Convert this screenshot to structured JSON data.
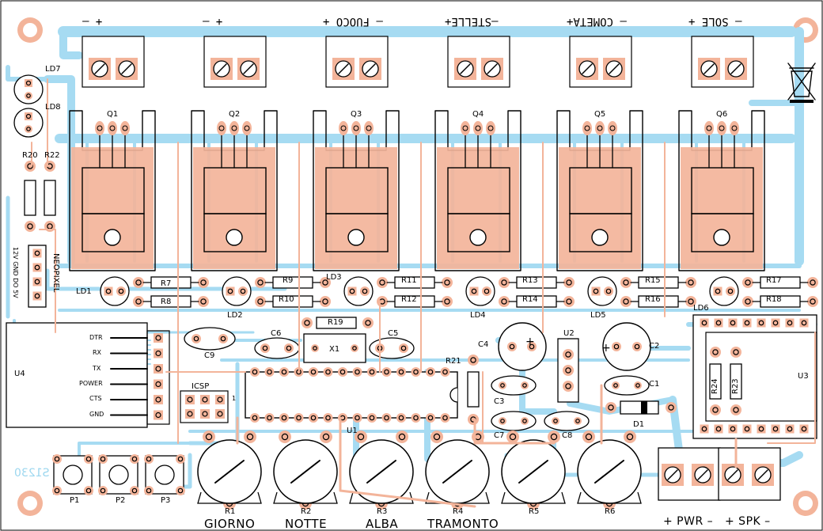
{
  "board": {
    "colors": {
      "trace": "#a6dbf2",
      "copper": "#f3b49a",
      "silk": "#000000",
      "pad": "#f3b49a"
    },
    "top_labels": [
      {
        "id": "t1",
        "text": "+          –"
      },
      {
        "id": "t2",
        "text": "+          –"
      },
      {
        "id": "t3",
        "text": "– FUOCO +"
      },
      {
        "id": "t4",
        "text": "–STELLE+"
      },
      {
        "id": "t5",
        "text": "– COMETA+"
      },
      {
        "id": "t6",
        "text": "– SOLE +"
      }
    ],
    "transistors": [
      "Q1",
      "Q2",
      "Q3",
      "Q4",
      "Q5",
      "Q6"
    ],
    "leds": [
      "LD1",
      "LD2",
      "LD3",
      "LD4",
      "LD5",
      "LD6",
      "LD7",
      "LD8"
    ],
    "resistors": [
      "R7",
      "R8",
      "R9",
      "R10",
      "R11",
      "R12",
      "R13",
      "R14",
      "R15",
      "R16",
      "R17",
      "R18",
      "R19",
      "R20",
      "R21",
      "R22",
      "R23",
      "R24"
    ],
    "caps": [
      "C1",
      "C2",
      "C3",
      "C4",
      "C5",
      "C6",
      "C7",
      "C8",
      "C9"
    ],
    "other": {
      "u1": "U1",
      "u2": "U2",
      "u3": "U3",
      "u4": "U4",
      "x1": "X1",
      "d1": "D1",
      "icsp": "ICSP",
      "icsp_pin": "1",
      "neopixel": "NEOPIXEL",
      "neo_pins": "12V GND DO 5V",
      "ghost": "S1230"
    },
    "u4_pins": [
      "DTR",
      "RX",
      "TX",
      "POWER",
      "CTS",
      "GND"
    ],
    "buttons": [
      "P1",
      "P2",
      "P3"
    ],
    "trimmers": [
      "R1",
      "R2",
      "R3",
      "R4",
      "R5",
      "R6"
    ],
    "bottom_labels": [
      "GIORNO",
      "NOTTE",
      "ALBA",
      "TRAMONTO"
    ],
    "terminals": [
      "+ PWR –",
      "+ SPK –"
    ]
  }
}
